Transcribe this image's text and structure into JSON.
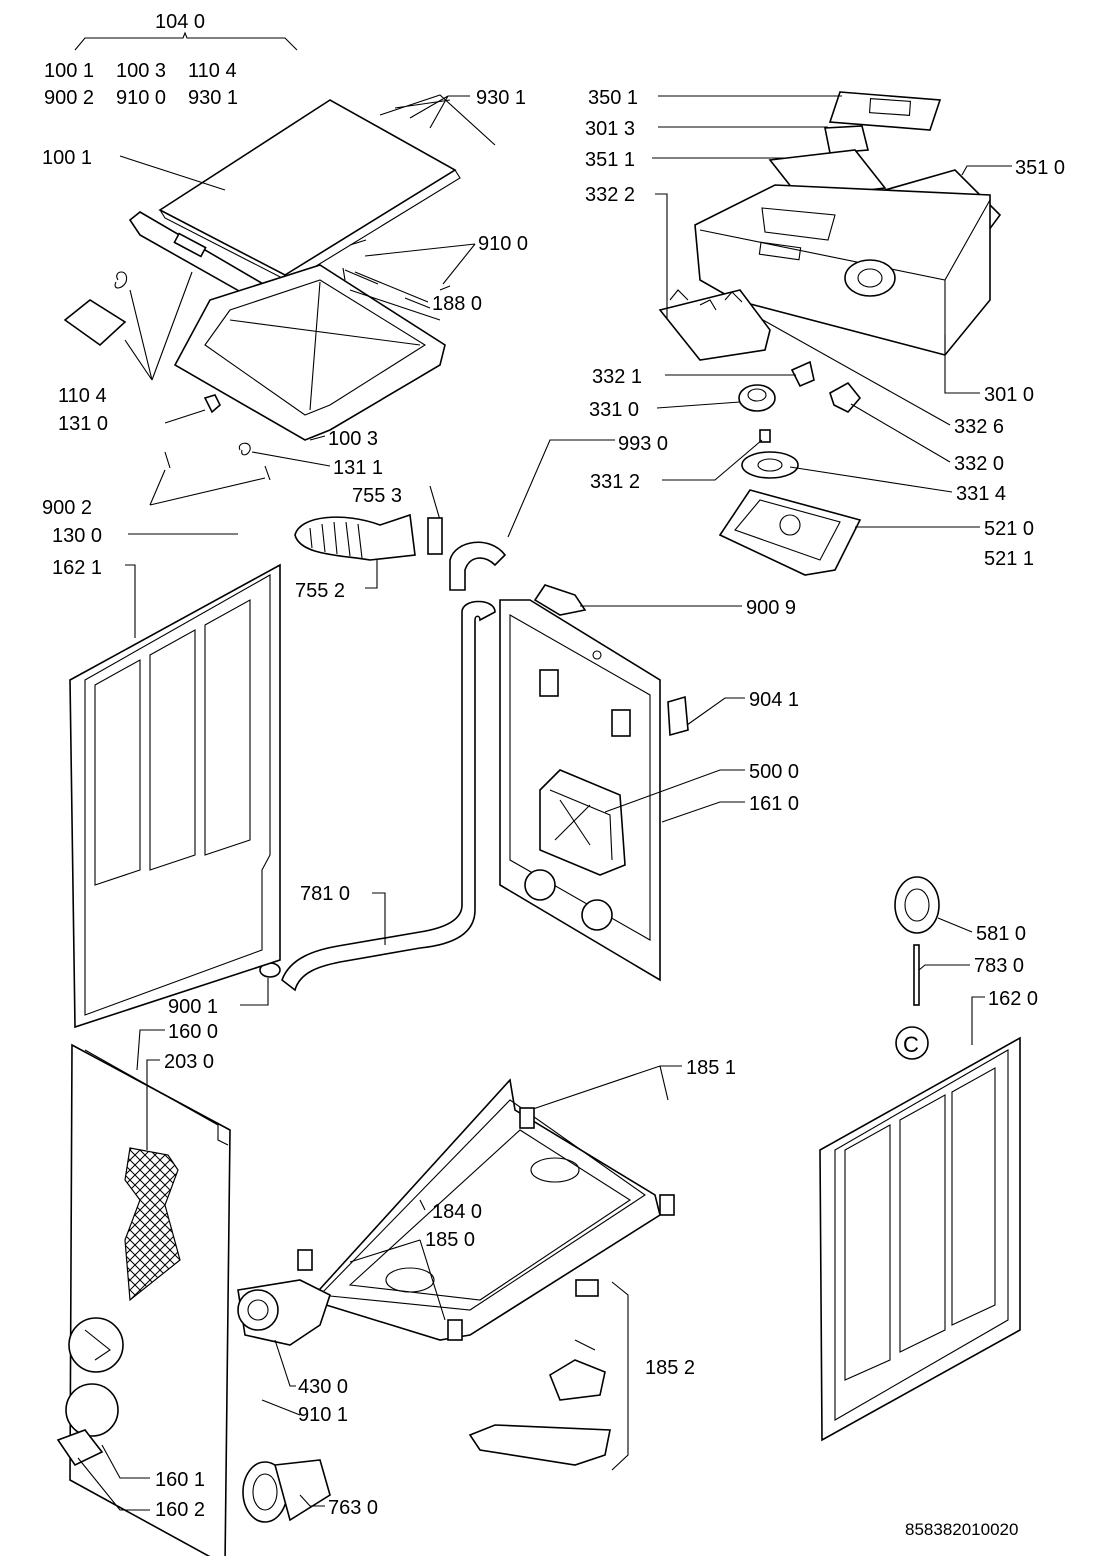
{
  "diagram": {
    "document_number": "858382010020",
    "marker_c": "C",
    "group": {
      "code": "104 0",
      "row1": [
        "100 1",
        "100 3",
        "110 4"
      ],
      "row2": [
        "900 2",
        "910 0",
        "930 1"
      ]
    },
    "parts": {
      "p9301": "930 1",
      "p1001": "100 1",
      "p9100": "910 0",
      "p1880": "188 0",
      "p1104": "110 4",
      "p1310": "131 0",
      "p1003": "100 3",
      "p1311": "131 1",
      "p7553": "755 3",
      "p9002": "900 2",
      "p1300": "130 0",
      "p1621": "162 1",
      "p7552": "755 2",
      "p9930": "993 0",
      "p3501": "350 1",
      "p3013": "301 3",
      "p3511": "351 1",
      "p3510": "351 0",
      "p3322": "332 2",
      "p3010": "301 0",
      "p3321": "332 1",
      "p3310": "331 0",
      "p3326": "332 6",
      "p3320": "332 0",
      "p3312": "331 2",
      "p3314": "331 4",
      "p5210": "521 0",
      "p5211": "521 1",
      "p9009": "900 9",
      "p9041": "904 1",
      "p5000": "500 0",
      "p1610": "161 0",
      "p7810": "781 0",
      "p5810": "581 0",
      "p7830": "783 0",
      "p1620": "162 0",
      "p9001": "900 1",
      "p1600": "160 0",
      "p2030": "203 0",
      "p1851": "185 1",
      "p1840": "184 0",
      "p1850": "185 0",
      "p1852": "185 2",
      "p4300": "430 0",
      "p9101": "910 1",
      "p1601": "160 1",
      "p1602": "160 2",
      "p7630": "763 0"
    }
  }
}
